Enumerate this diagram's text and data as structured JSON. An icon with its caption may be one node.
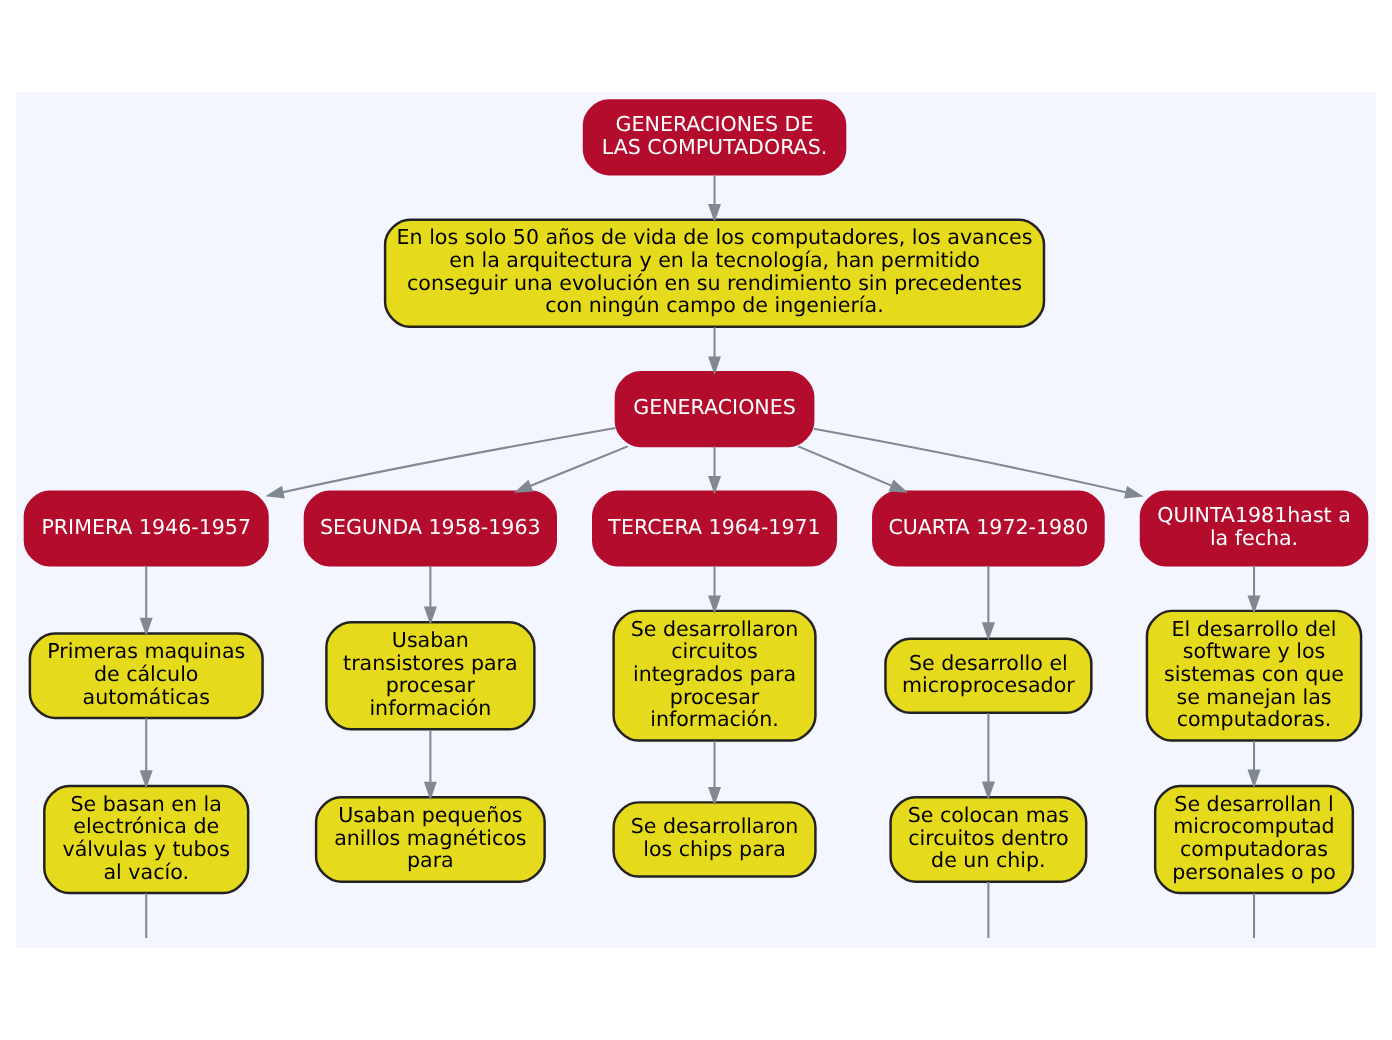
{
  "diagram": {
    "nodes": [
      {
        "text": [
          "GENERACIONES DE LAS COMPUTADORAS."
        ]
      },
      {
        "text": [
          "En los solo 50 años de vida de los computadores, los avances en la arquitectura y en la tecnología, han permitido conseguir una evolución en su rendimiento sin precedentes con ningún campo de ingeniería."
        ]
      },
      {
        "text": [
          "GENERACIONES"
        ]
      },
      {
        "text": [
          "PRIMERA 1946-1957"
        ]
      },
      {
        "text": [
          "Primeras maquinas de cálculo automáticas"
        ]
      },
      {
        "text": [
          "Se basan en la electrónica de válvulas y tubos al vacío."
        ]
      },
      {
        "text": [
          "SEGUNDA 1958-1963"
        ]
      },
      {
        "text": [
          "Usaban transistores para procesar información"
        ]
      },
      {
        "text": [
          "Usaban pequeños anillos magnéticos para"
        ]
      },
      {
        "text": [
          "TERCERA 1964-1971"
        ]
      },
      {
        "text": [
          "Se desarrollaron circuitos integrados para procesar información."
        ]
      },
      {
        "text": [
          "Se desarrollaron los chips para"
        ]
      },
      {
        "text": [
          "CUARTA 1972-1980"
        ]
      },
      {
        "text": [
          "Se desarrollo el microprocesador"
        ]
      },
      {
        "text": [
          "Se colocan mas circuitos dentro de un chip."
        ]
      },
      {
        "text": [
          "QUINTA1981hast a la fecha."
        ]
      },
      {
        "text": [
          "El desarrollo del software y los sistemas con que se manejan las computadoras."
        ]
      },
      {
        "text": [
          "Se desarrollan l microcomputad computadoras personales o po"
        ]
      }
    ],
    "edges": [
      {
        "from": 0,
        "to": 1,
        "arrow": "to"
      },
      {
        "from": 1,
        "to": 2,
        "arrow": "to"
      },
      {
        "from": 2,
        "to": 3,
        "arrow": "to"
      },
      {
        "from": 2,
        "to": 6,
        "arrow": "to"
      },
      {
        "from": 2,
        "to": 9,
        "arrow": "to"
      },
      {
        "from": 2,
        "to": 12,
        "arrow": "to"
      },
      {
        "from": 2,
        "to": 15,
        "arrow": "to"
      },
      {
        "from": 3,
        "to": 4,
        "arrow": "to"
      },
      {
        "from": 4,
        "to": 5,
        "arrow": "to"
      },
      {
        "from": 5,
        "to": null,
        "arrow": "none"
      },
      {
        "from": 6,
        "to": 7,
        "arrow": "to"
      },
      {
        "from": 7,
        "to": 8,
        "arrow": "to"
      },
      {
        "from": 9,
        "to": 10,
        "arrow": "to"
      },
      {
        "from": 10,
        "to": 11,
        "arrow": "to"
      },
      {
        "from": 12,
        "to": 13,
        "arrow": "to"
      },
      {
        "from": 13,
        "to": 14,
        "arrow": "to"
      },
      {
        "from": 14,
        "to": null,
        "arrow": "none"
      },
      {
        "from": 15,
        "to": 16,
        "arrow": "to"
      },
      {
        "from": 16,
        "to": 17,
        "arrow": "to"
      },
      {
        "from": 17,
        "to": null,
        "arrow": "none"
      }
    ]
  }
}
